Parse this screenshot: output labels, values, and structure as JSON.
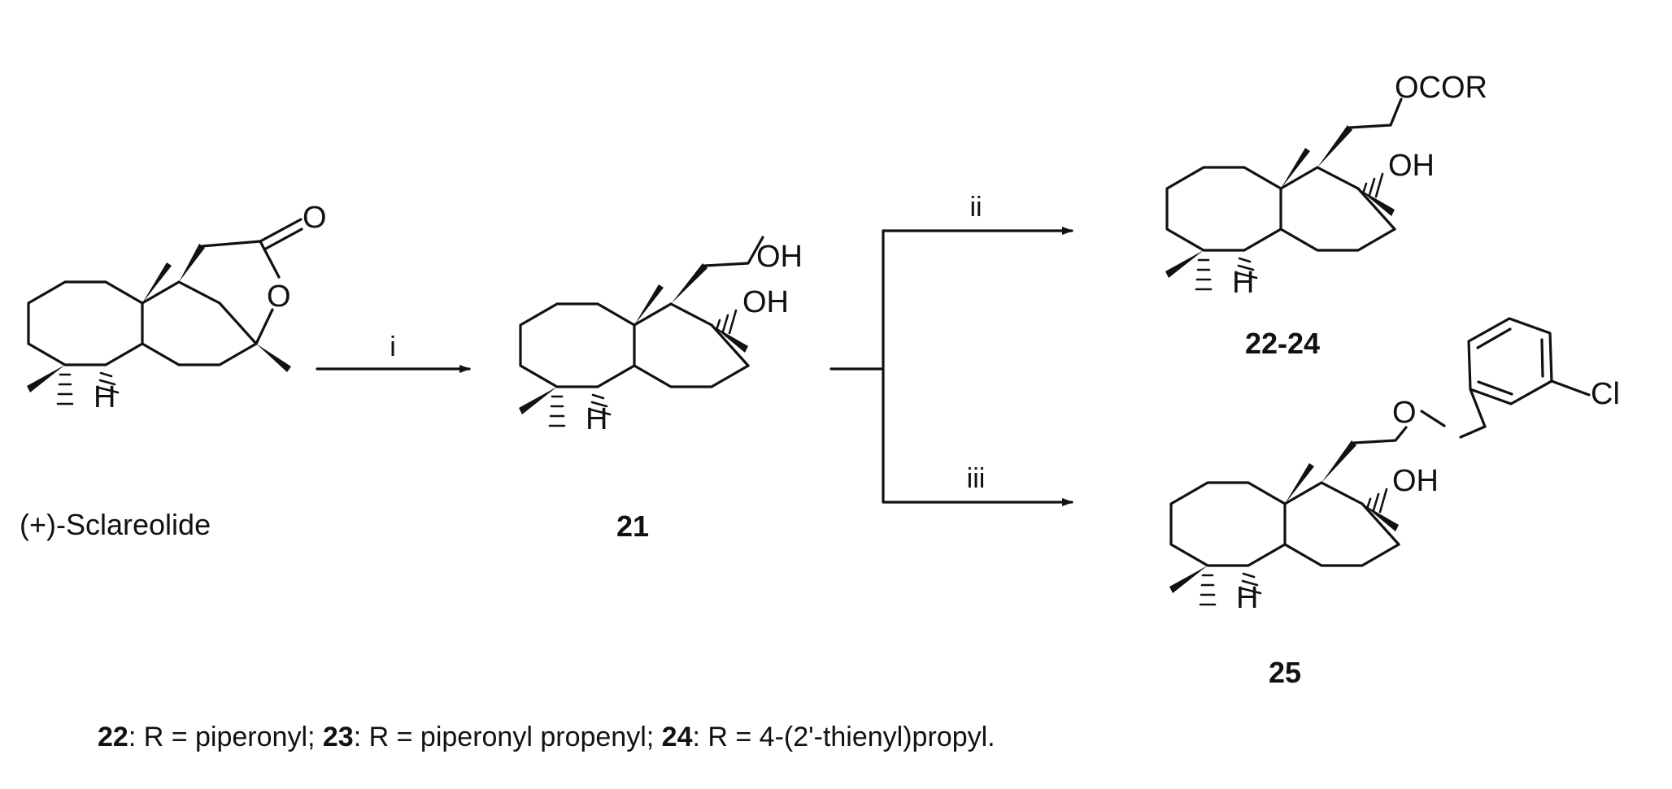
{
  "scheme": {
    "compounds": {
      "sclareolide": {
        "name": "(+)-Sclareolide",
        "atoms": {
          "carbonyl_o": "O",
          "ring_o": "O",
          "h": "H"
        }
      },
      "c21": {
        "label": "21",
        "atoms": {
          "oh_top": "OH",
          "oh_ring": "OH",
          "h": "H"
        }
      },
      "c22_24": {
        "label": "22-24",
        "atoms": {
          "ester": "OCOR",
          "oh": "OH",
          "h": "H"
        }
      },
      "c25": {
        "label": "25",
        "atoms": {
          "ether_o": "O",
          "cl": "Cl",
          "oh": "OH",
          "h": "H"
        }
      }
    },
    "conditions": {
      "step1": "i",
      "step2": "ii",
      "step3": "iii"
    },
    "footnote": [
      {
        "text": "22",
        "bold": true
      },
      {
        "text": ": R = piperonyl; ",
        "bold": false
      },
      {
        "text": "23",
        "bold": true
      },
      {
        "text": ": R = piperonyl propenyl; ",
        "bold": false
      },
      {
        "text": "24",
        "bold": true
      },
      {
        "text": ": R = 4-(2'-thienyl)propyl.",
        "bold": false
      }
    ]
  }
}
